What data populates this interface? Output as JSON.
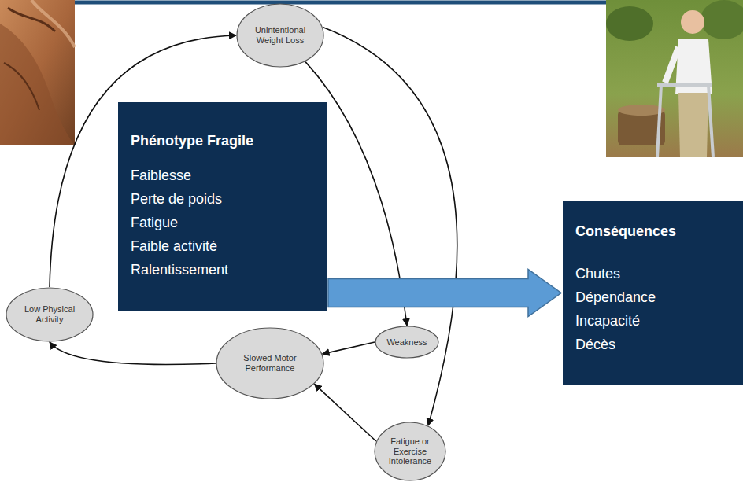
{
  "diagram": {
    "nodes": [
      {
        "text": [
          "Unintentional Weight Loss"
        ]
      },
      {
        "text": [
          "Phénotype Fragile",
          "Faiblesse",
          "Perte de poids",
          "Fatigue",
          "Faible activité",
          "Ralentissement"
        ]
      },
      {
        "text": [
          "Conséquences",
          "Chutes",
          "Dépendance",
          "Incapacité",
          "Décès"
        ]
      },
      {
        "text": [
          "Low Physical Activity"
        ]
      },
      {
        "text": [
          "Slowed Motor Performance"
        ]
      },
      {
        "text": [
          "Weakness"
        ]
      },
      {
        "text": [
          "Fatigue or Exercise Intolerance"
        ]
      }
    ],
    "edges": [
      {
        "from": 0,
        "to": 5,
        "arrow": "to"
      },
      {
        "from": 0,
        "to": 6,
        "arrow": "to"
      },
      {
        "from": 5,
        "to": 4,
        "arrow": "to"
      },
      {
        "from": 6,
        "to": 4,
        "arrow": "to"
      },
      {
        "from": 4,
        "to": 3,
        "arrow": "to"
      },
      {
        "from": 3,
        "to": 0,
        "arrow": "to"
      },
      {
        "from": 1,
        "to": 2,
        "arrow": "to"
      }
    ]
  }
}
